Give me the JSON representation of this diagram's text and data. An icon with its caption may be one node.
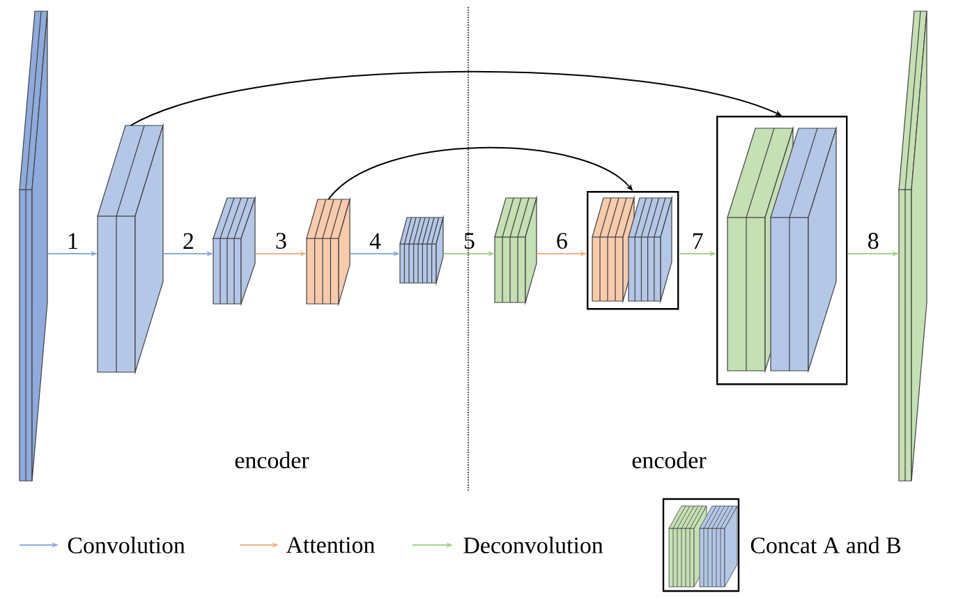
{
  "diagram": {
    "nodes": [
      {
        "text": [],
        "shape": "box"
      },
      {
        "text": [],
        "shape": "box"
      },
      {
        "text": [],
        "shape": "box"
      },
      {
        "text": [],
        "shape": "box"
      },
      {
        "text": [],
        "shape": "box"
      },
      {
        "text": [],
        "shape": "box"
      },
      {
        "text": [],
        "shape": "box"
      },
      {
        "text": [],
        "shape": "box",
        "in": 6
      },
      {
        "text": [],
        "shape": "box",
        "in": 6
      },
      {
        "text": [],
        "shape": "box"
      },
      {
        "text": [],
        "shape": "box",
        "in": 9
      },
      {
        "text": [],
        "shape": "box",
        "in": 9
      },
      {
        "text": [],
        "shape": "box"
      }
    ],
    "edges": [
      {
        "from": 0,
        "to": 1,
        "arrow": "to",
        "label": "1",
        "color": "#8faadc"
      },
      {
        "from": 1,
        "to": 2,
        "arrow": "to",
        "label": "2",
        "color": "#8faadc"
      },
      {
        "from": 2,
        "to": 3,
        "arrow": "to",
        "label": "3",
        "color": "#f4b183"
      },
      {
        "from": 3,
        "to": 4,
        "arrow": "to",
        "label": "4",
        "color": "#8faadc"
      },
      {
        "from": 4,
        "to": 5,
        "arrow": "to",
        "label": "5",
        "color": "#a9d18e"
      },
      {
        "from": 5,
        "to": 6,
        "arrow": "to",
        "label": "6",
        "color": "#f4b183"
      },
      {
        "from": 6,
        "to": 9,
        "arrow": "to",
        "label": "7",
        "color": "#a9d18e"
      },
      {
        "from": 9,
        "to": 12,
        "arrow": "to",
        "label": "8",
        "color": "#a9d18e"
      },
      {
        "from": 1,
        "to": 9,
        "arrow": "to",
        "color": "#000000"
      },
      {
        "from": 3,
        "to": 6,
        "arrow": "to",
        "color": "#000000"
      }
    ],
    "labels": [
      "encoder",
      "encoder"
    ],
    "legend": [
      {
        "text": "Convolution"
      },
      {
        "text": "Attention"
      },
      {
        "text": "Deconvolution"
      },
      {
        "text": "Concat A and B"
      }
    ]
  }
}
